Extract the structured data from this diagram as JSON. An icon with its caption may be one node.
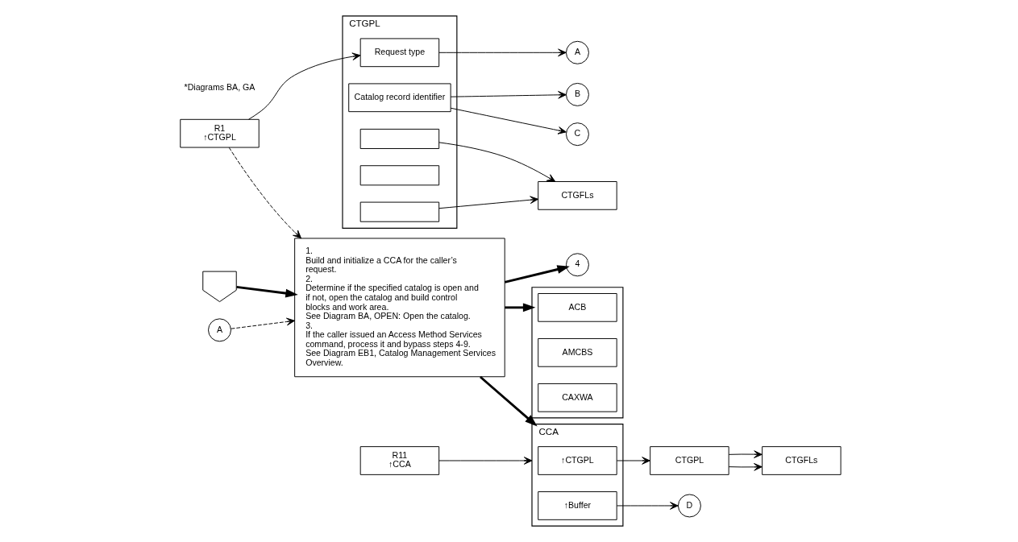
{
  "diagram": {
    "nodes": [
      {
        "text": [
          "R1",
          "↑CTGPL"
        ]
      },
      {
        "text": [
          "CTGPL"
        ]
      },
      {
        "text": [
          "Request type"
        ],
        "in": 1
      },
      {
        "text": [
          "Catalog record identifier"
        ],
        "in": 1
      },
      {
        "text": [],
        "shape": "box",
        "in": 1
      },
      {
        "text": [],
        "shape": "box",
        "in": 1
      },
      {
        "text": [],
        "shape": "box",
        "in": 1
      },
      {
        "text": [
          "CTGFLs"
        ]
      },
      {
        "text": [
          "A"
        ]
      },
      {
        "text": [
          "B"
        ]
      },
      {
        "text": [
          "C"
        ]
      },
      {
        "text": [
          "1.",
          "Build and initialize a CCA for the caller’s request.",
          "2.",
          "Determine if the specified catalog is open and if not, open the catalog and build control blocks and work area.",
          "See Diagram BA, OPEN: Open the catalog.",
          "3.",
          "If the caller issued an Access Method Services command, process it and bypass steps 4-9.",
          "See Diagram EB1, Catalog Management Services Overview."
        ]
      },
      {
        "text": [],
        "shape": "pentagon"
      },
      {
        "text": [
          "A"
        ]
      },
      {
        "text": [
          "4"
        ]
      },
      {
        "text": [
          "R11",
          "↑CCA"
        ]
      },
      {
        "text": [
          "CCA"
        ]
      },
      {
        "text": [
          "↑CTGPL"
        ],
        "in": 16
      },
      {
        "text": [
          "↑Buffer"
        ],
        "in": 16
      },
      {
        "text": [
          "CTGPL"
        ]
      },
      {
        "text": [
          "CTGFLs"
        ]
      },
      {
        "text": [],
        "shape": "box"
      },
      {
        "text": [
          "ACB"
        ],
        "in": 21
      },
      {
        "text": [
          "AMCBS"
        ],
        "in": 21
      },
      {
        "text": [
          "CAXWA"
        ],
        "in": 21
      },
      {
        "text": [
          "D"
        ]
      }
    ],
    "edges": [
      {
        "from": 0,
        "to": 2,
        "arrow": "to"
      },
      {
        "from": 0,
        "to": 11,
        "arrow": "to",
        "style": "dashed"
      },
      {
        "from": 2,
        "to": 8,
        "arrow": "to"
      },
      {
        "from": 3,
        "to": 9,
        "arrow": "to"
      },
      {
        "from": 3,
        "to": 10,
        "arrow": "to"
      },
      {
        "from": 4,
        "to": 7,
        "arrow": "to"
      },
      {
        "from": 6,
        "to": 7,
        "arrow": "to"
      },
      {
        "from": 13,
        "to": 11,
        "arrow": "to",
        "style": "dashed"
      },
      {
        "from": 12,
        "to": 11,
        "arrow": "to",
        "style": "thick"
      },
      {
        "from": 11,
        "to": 14,
        "arrow": "to",
        "style": "thick"
      },
      {
        "from": 11,
        "to": 16,
        "arrow": "to",
        "style": "thick"
      },
      {
        "from": 11,
        "to": 21,
        "arrow": "to",
        "style": "thick"
      },
      {
        "from": 15,
        "to": 16,
        "arrow": "to"
      },
      {
        "from": 17,
        "to": 19,
        "arrow": "to"
      },
      {
        "from": 19,
        "to": 20,
        "arrow": "to"
      },
      {
        "from": 19,
        "to": 20,
        "arrow": "to"
      },
      {
        "from": 18,
        "to": 25,
        "arrow": "to"
      }
    ],
    "labels": [
      "*Diagrams BA, GA"
    ]
  }
}
